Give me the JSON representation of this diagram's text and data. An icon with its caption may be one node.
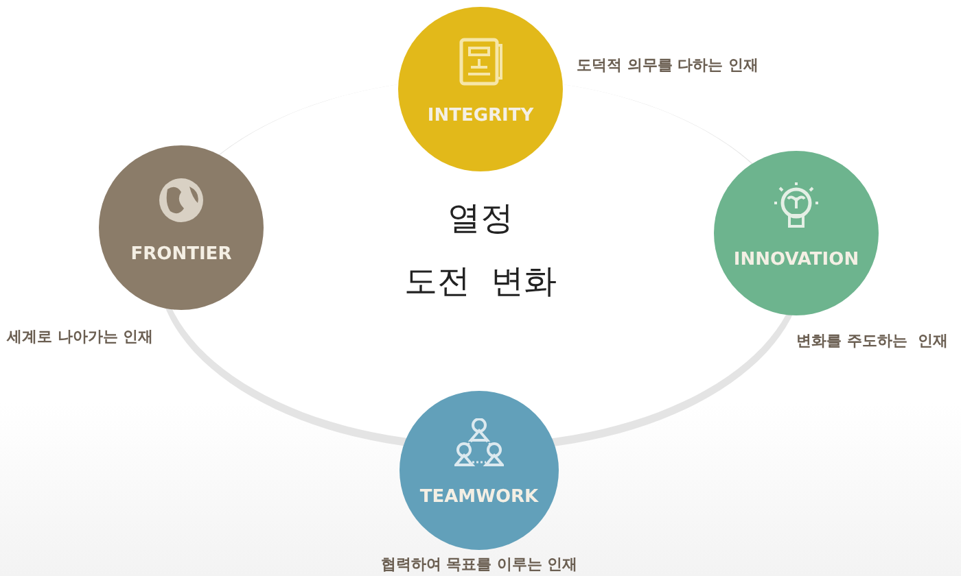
{
  "diagram": {
    "nodes": [
      {
        "text": [
          "열정",
          "도전  변화"
        ]
      },
      {
        "text": [
          "INTEGRITY"
        ],
        "beside": [
          "도덕적 의무를 다하는 인재"
        ]
      },
      {
        "text": [
          "FRONTIER"
        ]
      },
      {
        "text": [
          "INNOVATION"
        ]
      },
      {
        "text": [
          "TEAMWORK"
        ],
        "beside": [
          "협력하여 목표를 이루는 인재"
        ]
      }
    ],
    "labels": [
      "세계로 나아가는 인재",
      "변화를 주도하는  인재"
    ]
  }
}
